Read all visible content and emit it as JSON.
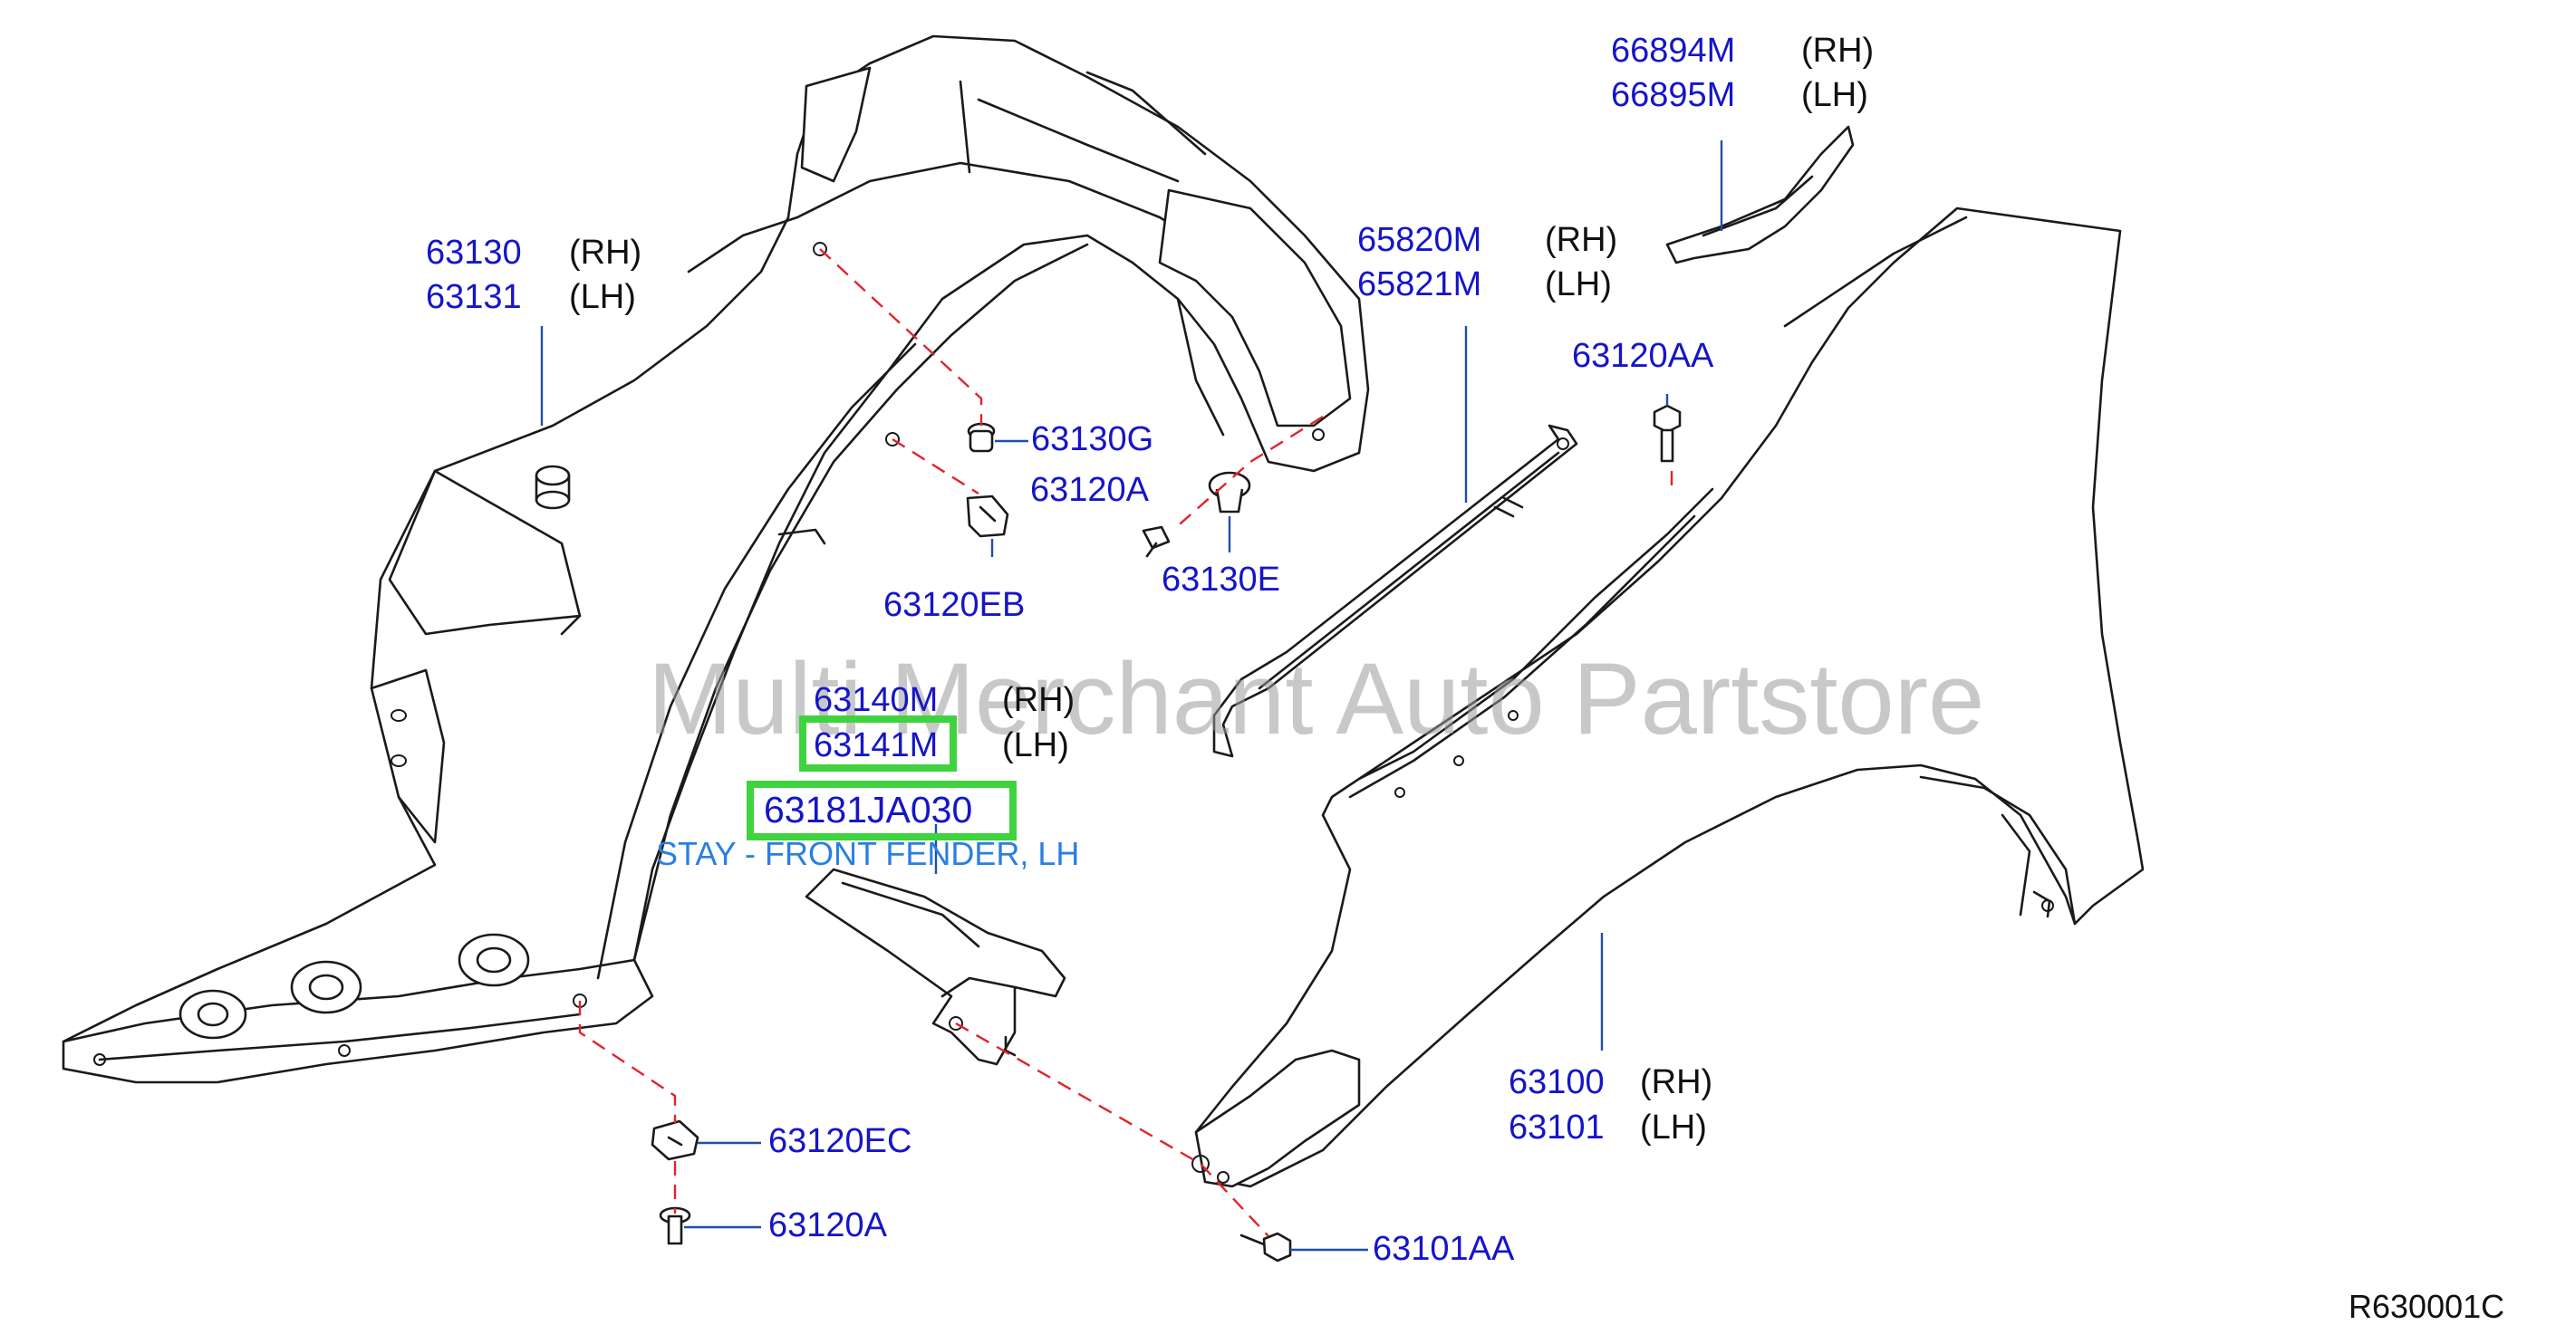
{
  "watermark": "Multi Merchant Auto Partstore",
  "diagram_code": "R630001C",
  "colors": {
    "part_number": "#1515c8",
    "description": "#2a7fe0",
    "leader_line": "#1f4fa8",
    "install_path": "#e0242b",
    "highlight": "#3fd33f"
  },
  "callouts": {
    "rearPanel": {
      "rh": "66894M",
      "lh": "66895M",
      "rh_tag": "(RH)",
      "lh_tag": "(LH)"
    },
    "housing": {
      "rh": "63130",
      "lh": "63131",
      "rh_tag": "(RH)",
      "lh_tag": "(LH)"
    },
    "sealRail": {
      "rh": "65820M",
      "lh": "65821M",
      "rh_tag": "(RH)",
      "lh_tag": "(LH)"
    },
    "fender": {
      "rh": "63100",
      "lh": "63101",
      "rh_tag": "(RH)",
      "lh_tag": "(LH)"
    },
    "stay": {
      "rh": "63140M",
      "lh": "63141M",
      "rh_tag": "(RH)",
      "lh_tag": "(LH)",
      "highlight_part": "63181JA030",
      "description": "STAY - FRONT FENDER, LH"
    },
    "fasteners": {
      "grommetG": "63130G",
      "screwUpper": "63120A",
      "clipEB": "63120EB",
      "clipE": "63130E",
      "boltAA": "63120AA",
      "clipEC": "63120EC",
      "screwLower": "63120A",
      "boltFender": "63101AA"
    }
  }
}
